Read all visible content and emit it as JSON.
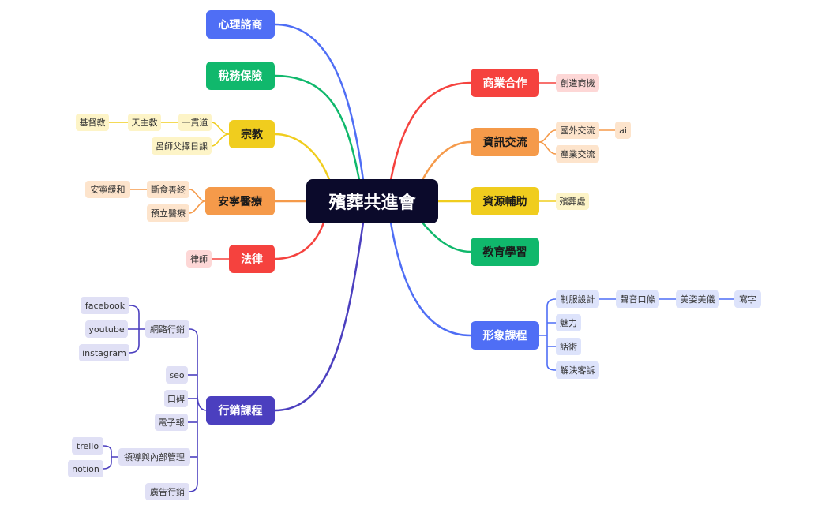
{
  "root": {
    "label": "殯葬共進會"
  },
  "colors": {
    "blue": "#4f6ef5",
    "green": "#10b86c",
    "yellow": "#f0cd1e",
    "orange": "#f59a4a",
    "red": "#f5423e",
    "indigo": "#4b3fbf"
  },
  "branches": {
    "psych": {
      "label": "心理諮商"
    },
    "tax": {
      "label": "稅務保險"
    },
    "religion": {
      "label": "宗教",
      "children": {
        "yiguandao": "一貫道",
        "catholic": "天主教",
        "christian": "基督教",
        "lvshi": "呂師父擇日課"
      }
    },
    "hospice": {
      "label": "安寧醫療",
      "children": {
        "fasting": "斷食善終",
        "palliative": "安寧緩和",
        "advance": "預立醫療"
      }
    },
    "law": {
      "label": "法律",
      "children": {
        "lawyer": "律師"
      }
    },
    "marketing": {
      "label": "行銷課程",
      "children": {
        "online": "網路行銷",
        "facebook": "facebook",
        "youtube": "youtube",
        "instagram": "instagram",
        "seo": "seo",
        "wom": "口碑",
        "newsletter": "電子報",
        "leadership": "領導與內部管理",
        "trello": "trello",
        "notion": "notion",
        "ads": "廣告行銷"
      }
    },
    "business": {
      "label": "商業合作",
      "children": {
        "opportunity": "創造商機"
      }
    },
    "info": {
      "label": "資訊交流",
      "children": {
        "intl": "國外交流",
        "ai": "ai",
        "industry": "產業交流"
      }
    },
    "resource": {
      "label": "資源輔助",
      "children": {
        "funeral": "殯葬處"
      }
    },
    "edu": {
      "label": "教育學習"
    },
    "image": {
      "label": "形象課程",
      "children": {
        "uniform": "制服設計",
        "voice": "聲音口條",
        "posture": "美姿美儀",
        "writing": "寫字",
        "charm": "魅力",
        "speech": "話術",
        "complaint": "解決客訴"
      }
    }
  }
}
